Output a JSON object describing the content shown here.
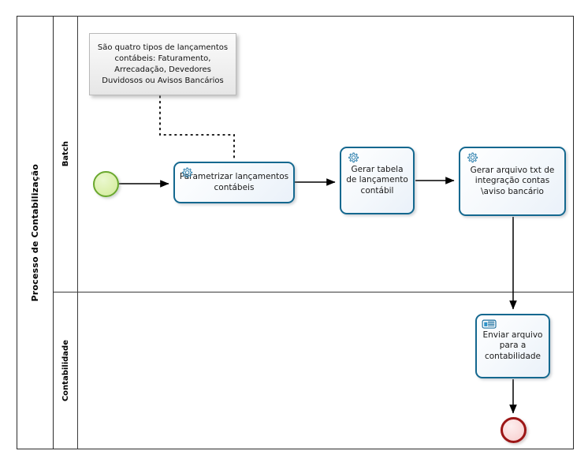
{
  "pool": {
    "title": "Processo de Contabilização",
    "lanes": [
      {
        "name": "Batch"
      },
      {
        "name": "Contabilidade"
      }
    ]
  },
  "annotations": [
    {
      "text": "São quatro tipos de lançamentos contábeis: Faturamento, Arrecadação, Devedores Duvidosos ou Avisos Bancários"
    }
  ],
  "events": [
    {
      "type": "start",
      "name": "start-event",
      "lane": "Batch"
    },
    {
      "type": "end",
      "name": "end-event",
      "lane": "Contabilidade"
    }
  ],
  "tasks": [
    {
      "label": "Parametrizar lançamentos contábeis",
      "icon": "gear-icon",
      "lane": "Batch"
    },
    {
      "label": "Gerar tabela de lançamento contábil",
      "icon": "gear-icon",
      "lane": "Batch"
    },
    {
      "label": "Gerar arquivo txt de integração contas \\aviso bancário",
      "icon": "gear-icon",
      "lane": "Batch"
    },
    {
      "label": "Enviar arquivo para a contabilidade",
      "icon": "hand-icon",
      "lane": "Contabilidade"
    }
  ],
  "colors": {
    "task_border": "#14688f",
    "start_border": "#6aa82e",
    "start_fill": "#dcf0ad",
    "end_border": "#9c1616",
    "end_fill": "#fadada",
    "pool_border": "#2b2b2b",
    "annotation_border": "#b9b9b9",
    "flow_line": "#000000"
  }
}
